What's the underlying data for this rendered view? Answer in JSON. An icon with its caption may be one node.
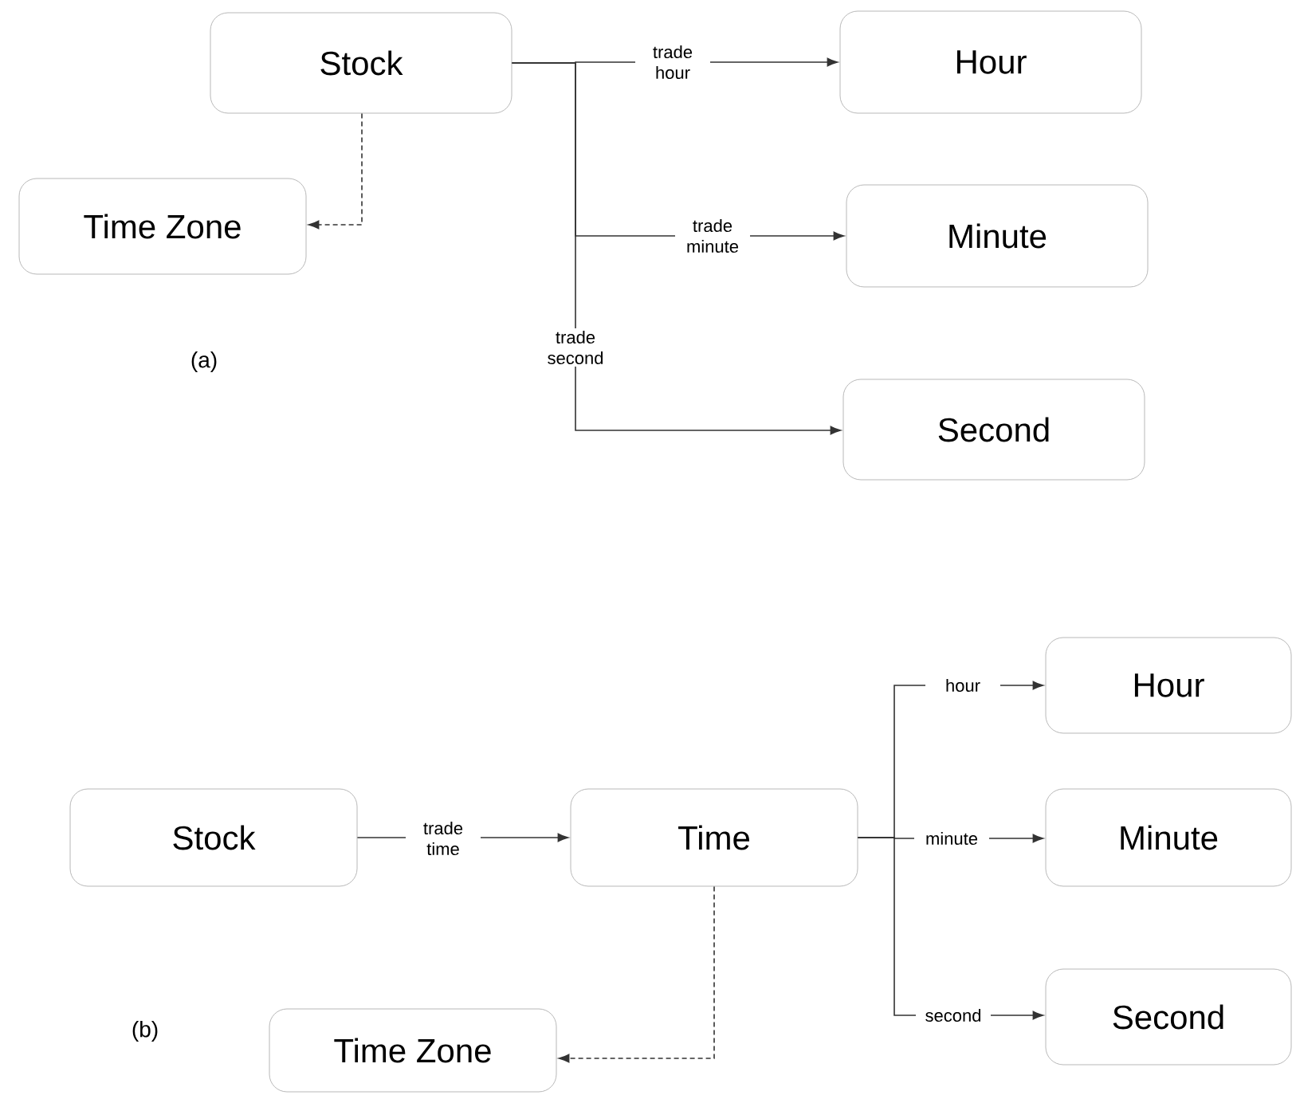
{
  "diagram": {
    "nodes": [
      {
        "text": [
          "Stock"
        ]
      },
      {
        "text": [
          "Time Zone"
        ]
      },
      {
        "text": [
          "Hour"
        ]
      },
      {
        "text": [
          "Minute"
        ]
      },
      {
        "text": [
          "Second"
        ]
      },
      {
        "text": [
          "Stock"
        ]
      },
      {
        "text": [
          "Time"
        ]
      },
      {
        "text": [
          "Hour"
        ]
      },
      {
        "text": [
          "Minute"
        ]
      },
      {
        "text": [
          "Second"
        ]
      },
      {
        "text": [
          "Time Zone"
        ]
      }
    ],
    "edges": [
      {
        "from": 0,
        "to": 1,
        "arrow": "to",
        "style": "dashed"
      },
      {
        "from": 0,
        "to": 2,
        "arrow": "to",
        "label": "trade hour"
      },
      {
        "from": 0,
        "to": 3,
        "arrow": "to",
        "label": "trade minute"
      },
      {
        "from": 0,
        "to": 4,
        "arrow": "to",
        "label": "trade second"
      },
      {
        "from": 5,
        "to": 6,
        "arrow": "to",
        "label": "trade time"
      },
      {
        "from": 6,
        "to": 7,
        "arrow": "to",
        "label": "hour"
      },
      {
        "from": 6,
        "to": 8,
        "arrow": "to",
        "label": "minute"
      },
      {
        "from": 6,
        "to": 9,
        "arrow": "to",
        "label": "second"
      },
      {
        "from": 6,
        "to": 10,
        "arrow": "to",
        "style": "dashed"
      }
    ],
    "labels": [
      "(a)",
      "(b)"
    ]
  }
}
